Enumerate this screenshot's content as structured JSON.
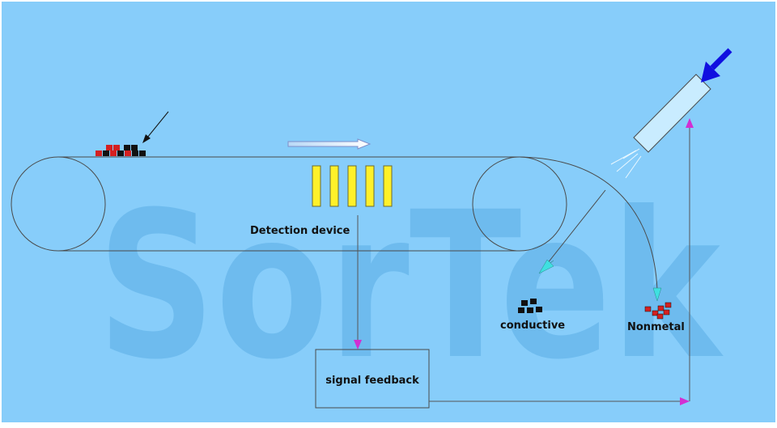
{
  "watermark": {
    "text": "SorTek",
    "color": "#5aaee6"
  },
  "labels": {
    "detection": "Detection device",
    "signal": "signal feedback",
    "conductive": "conductive",
    "nonmetal": "Nonmetal"
  },
  "colors": {
    "background": "#87cdfa",
    "line": "#4a4a4a",
    "signal_arrow": "#d22fd2",
    "coil": "#fff12a",
    "metal": "#111111",
    "nonmetal": "#d42020",
    "arrowhead": "#3fe0e0",
    "air_jet_arrow": "#1010e0"
  },
  "icons": {
    "conveyor": "conveyor-belt",
    "coils": "detection-coil-icon",
    "direction": "direction-arrow-icon",
    "nozzle": "air-nozzle-icon",
    "pile_metal": "metal-pieces-icon",
    "pile_nonmetal": "nonmetal-pieces-icon"
  }
}
